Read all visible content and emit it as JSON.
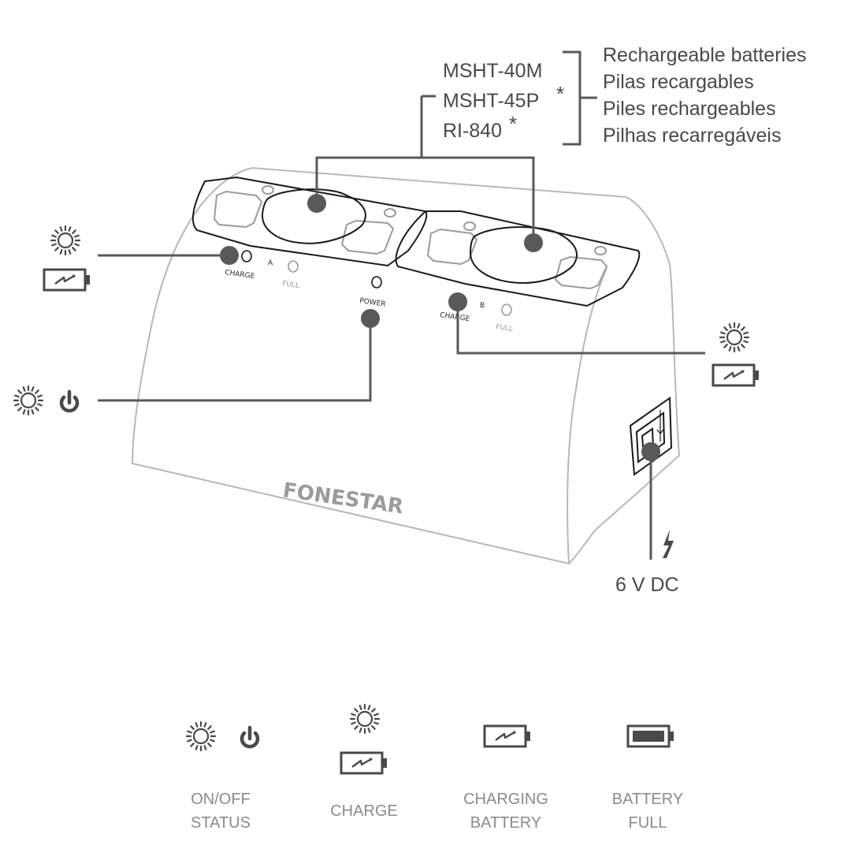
{
  "models": [
    "MSHT-40M",
    "MSHT-45P",
    "RI-840"
  ],
  "asterisk": "*",
  "battery_type": [
    "Rechargeable batteries",
    "Pilas recargables",
    "Piles rechargeables",
    "Pilhas recarregáveis"
  ],
  "panel": {
    "charge_label": "CHARGE",
    "full_label": "FULL",
    "slot_a": "A",
    "slot_b": "B",
    "power_label": "POWER"
  },
  "brand": "FONESTAR",
  "dc_label": "6 V DC",
  "legend": [
    {
      "line1": "ON/OFF",
      "line2": "STATUS"
    },
    {
      "line1": "CHARGE",
      "line2": ""
    },
    {
      "line1": "CHARGING",
      "line2": "BATTERY"
    },
    {
      "line1": "BATTERY",
      "line2": "FULL"
    }
  ],
  "icons": [
    "led-light-icon",
    "power-icon",
    "charging-battery-icon",
    "full-battery-icon",
    "lightning-bolt-icon",
    "dc-jack-icon"
  ],
  "colors": {
    "callout": "#5b5859",
    "outline": "#b9b7b8",
    "device_line": "#1a1a1a",
    "text": "#4a4849",
    "legend_text": "#8c8a8b"
  }
}
